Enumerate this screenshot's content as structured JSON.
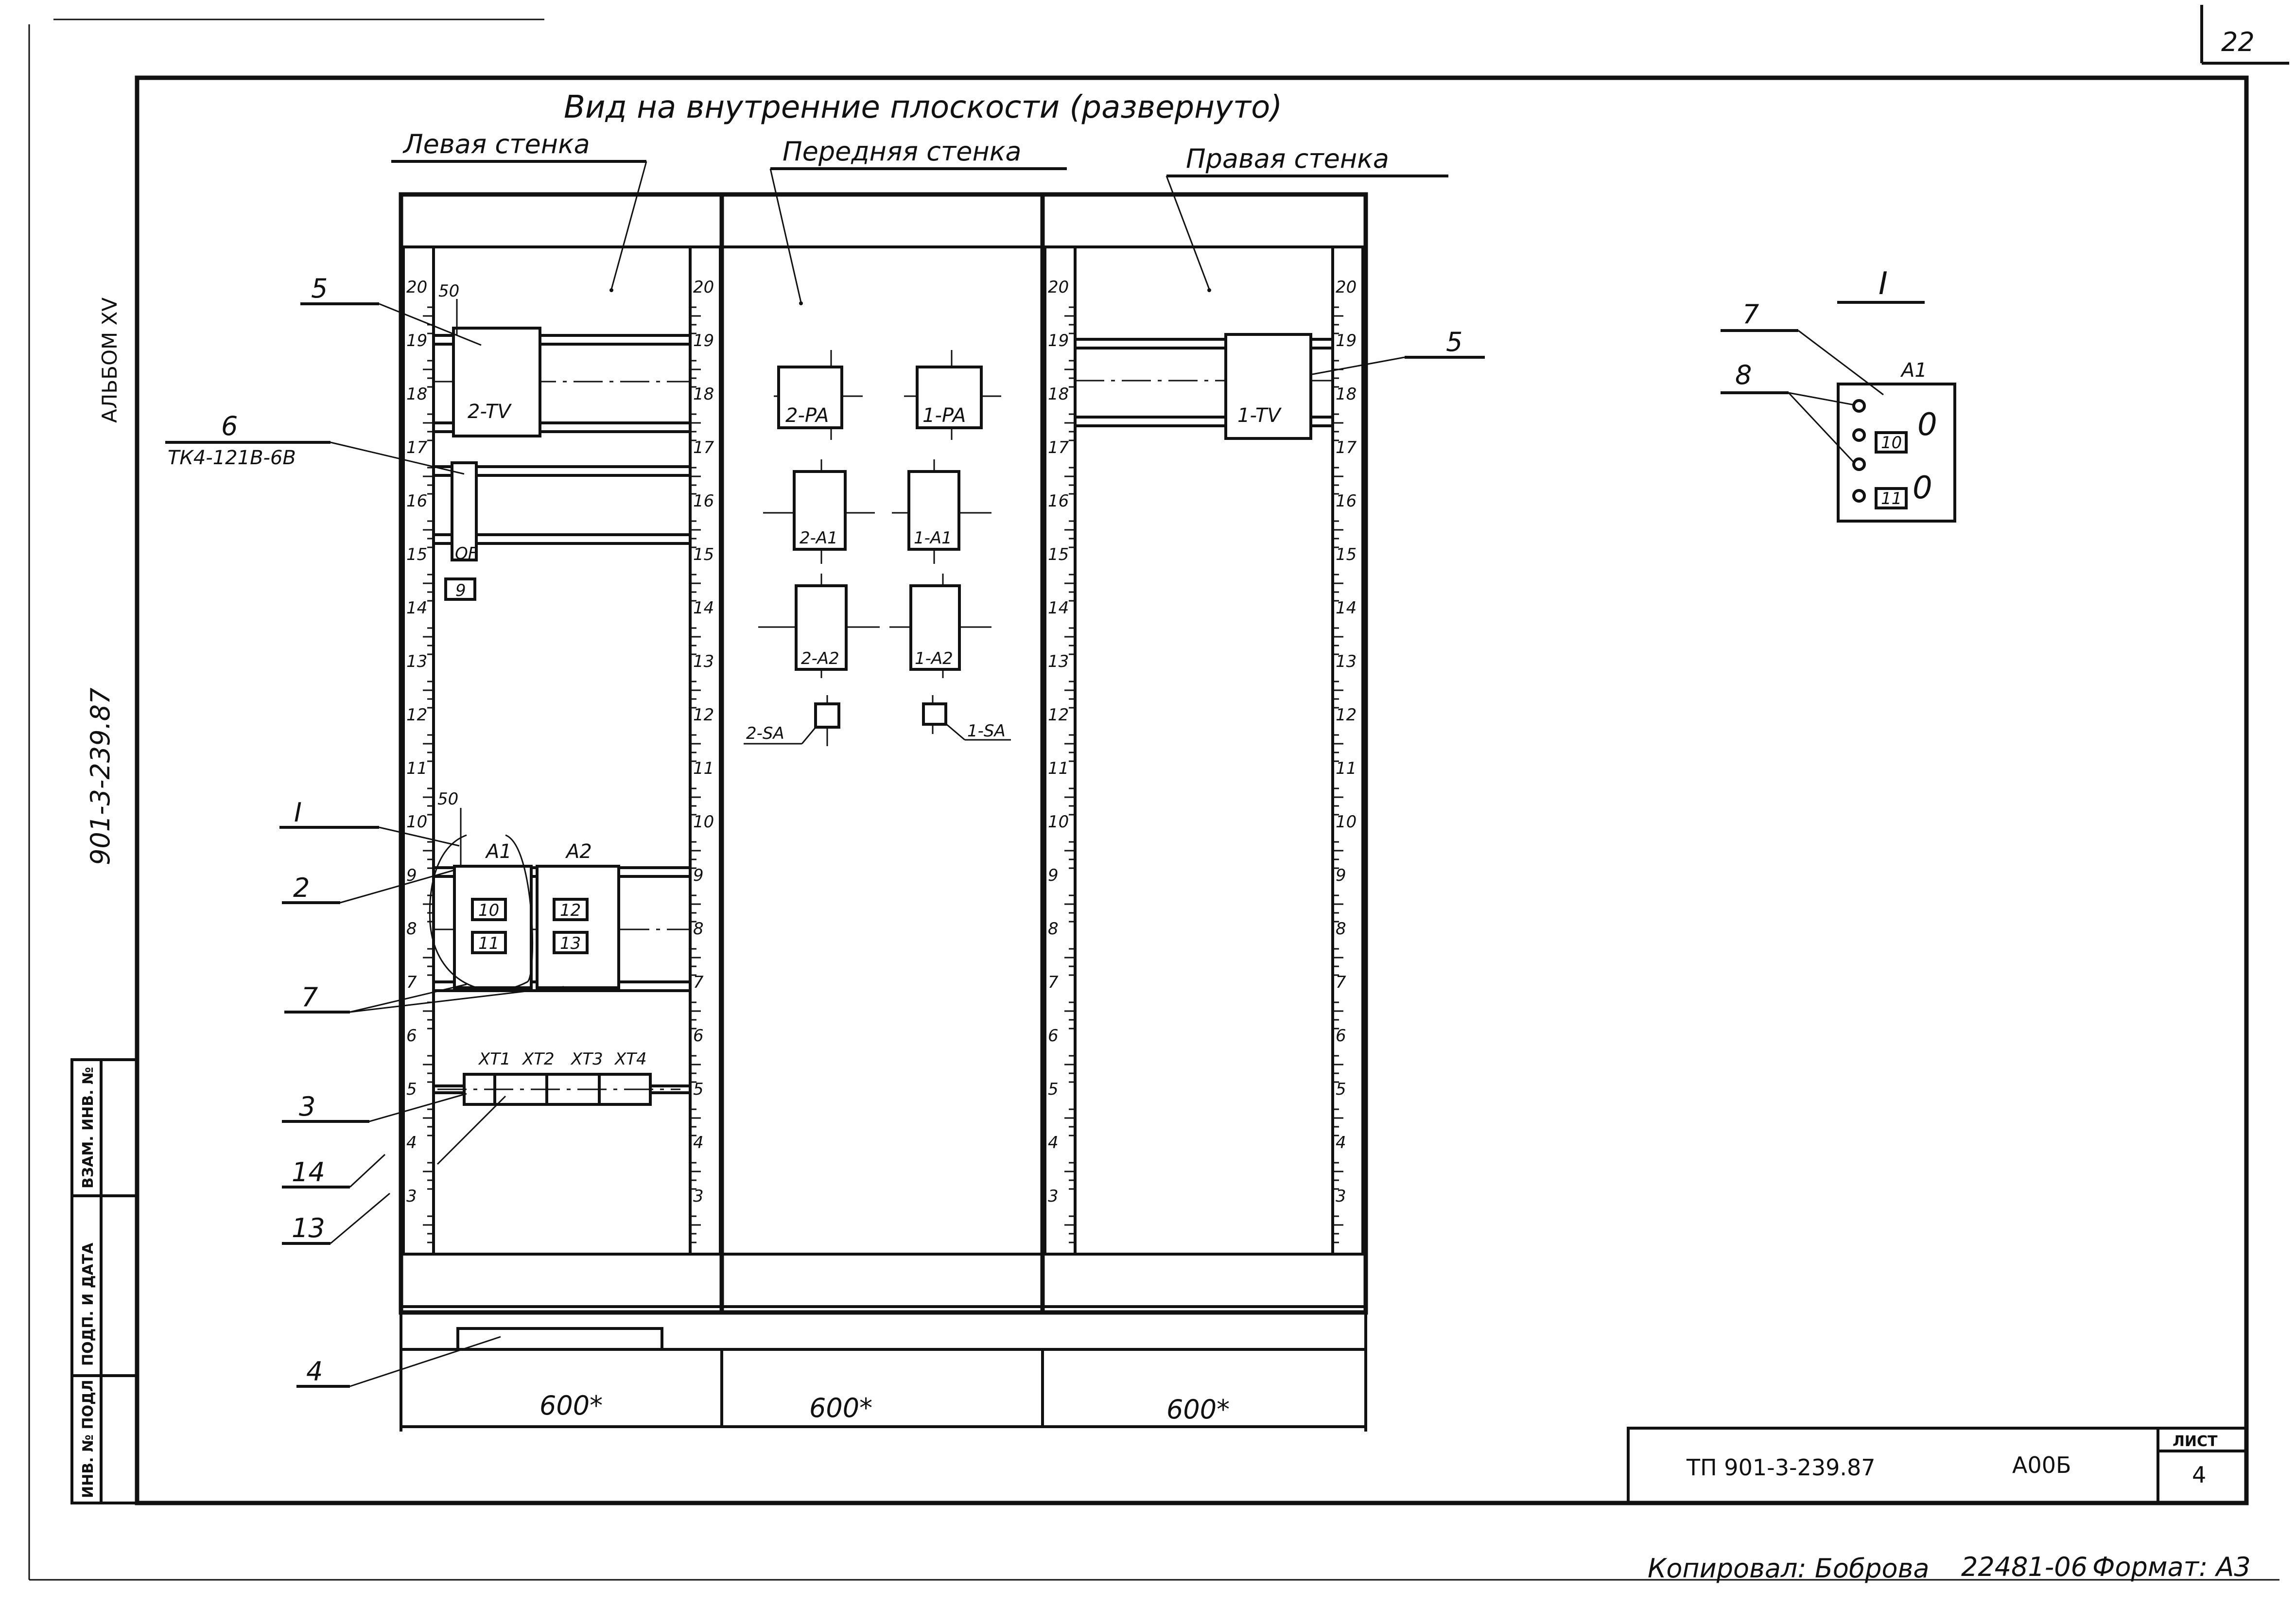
{
  "sheet_number": "22",
  "title": "Вид на внутренние плоскости (развернуто)",
  "walls": {
    "left": "Левая стенка",
    "front": "Передняя стенка",
    "right": "Правая стенка"
  },
  "scale_numbers": [
    "20",
    "19",
    "18",
    "17",
    "16",
    "15",
    "14",
    "13",
    "12",
    "11",
    "10",
    "9",
    "8",
    "7",
    "6",
    "5",
    "4",
    "3"
  ],
  "dimension_50_top": "50",
  "dimension_50_mid": "50",
  "widths": [
    "600*",
    "600*",
    "600*"
  ],
  "components": {
    "tv_left": "2-TV",
    "tv_right": "1-TV",
    "pa_left": "2-PA",
    "pa_right": "1-PA",
    "a1_left": "2-A1",
    "a1_right": "1-A1",
    "a2_left": "2-A2",
    "a2_right": "1-A2",
    "sa_left": "2-SA",
    "sa_right": "1-SA",
    "qf": "QF",
    "qf_tag": "9",
    "block_a1": "A1",
    "block_a2": "A2",
    "tag10": "10",
    "tag11": "11",
    "tag12": "12",
    "tag13": "13",
    "terminals": [
      "XT1",
      "XT2",
      "XT3",
      "XT4"
    ]
  },
  "callouts": {
    "c5_left": "5",
    "c5_right": "5",
    "c6": "6",
    "c6_model": "ТК4-121В-6В",
    "c_detail": "I",
    "c2": "2",
    "c7": "7",
    "c3": "3",
    "c14": "14",
    "c13": "13",
    "c4": "4"
  },
  "detail": {
    "title": "I",
    "label_a1": "A1",
    "callout7": "7",
    "callout8": "8",
    "tag10": "10",
    "tag11": "11",
    "zero1": "0",
    "zero2": "0"
  },
  "side_labels": {
    "album": "АЛЬБОМ XV",
    "doc_code": "901-3-239.87",
    "col_zam": "ВЗАМ. ИНВ. №",
    "col_podp": "ПОДП. И ДАТА",
    "col_inv": "ИНВ. № ПОДЛ"
  },
  "stamp": {
    "code": "ТП 901-3-239.87",
    "part": "А00Б",
    "sheet_label": "ЛИСТ",
    "sheet_value": "4"
  },
  "footer": {
    "copied": "Копировал: Боброва",
    "number": "22481-06",
    "format": "Формат: А3"
  }
}
